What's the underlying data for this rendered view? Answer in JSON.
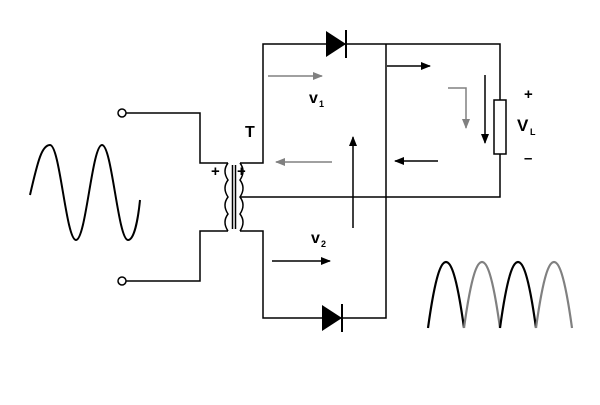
{
  "labels": {
    "transformer": "T",
    "v1_main": "v",
    "v1_sub": "1",
    "v2_main": "v",
    "v2_sub": "2",
    "vl_main": "V",
    "vl_sub": "L",
    "plus_primary": "+",
    "plus_secondary": "+",
    "plus_load": "+",
    "minus_load": "–"
  },
  "colors": {
    "wire": "#000000",
    "arrow_active": "#000000",
    "arrow_inactive": "#808080",
    "wave_half_a": "#000000",
    "wave_half_b": "#808080"
  },
  "icons": {
    "diode_top": "diode-icon",
    "diode_bottom": "diode-icon",
    "load": "resistor-icon",
    "input_terminal_top": "terminal-icon",
    "input_terminal_bottom": "terminal-icon",
    "input_wave": "sine-wave-icon",
    "output_wave": "full-wave-rectified-icon"
  }
}
